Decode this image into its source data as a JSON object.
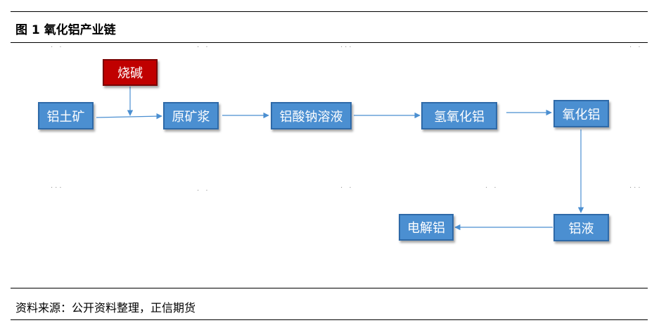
{
  "title": "图 1  氧化铝产业链",
  "source": "资料来源：公开资料整理，正信期货",
  "nodes": {
    "bauxite": "铝土矿",
    "caustic_soda": "烧碱",
    "ore_slurry": "原矿浆",
    "sodium_aluminate": "铝酸钠溶液",
    "aluminum_hydroxide": "氢氧化铝",
    "alumina": "氧化铝",
    "aluminum_liquid": "铝液",
    "electrolytic_aluminum": "电解铝"
  },
  "colors": {
    "node_fill": "#4b8fd1",
    "node_border": "#2f6aa8",
    "highlight_fill": "#c00000",
    "arrow": "#4b8fd1"
  }
}
